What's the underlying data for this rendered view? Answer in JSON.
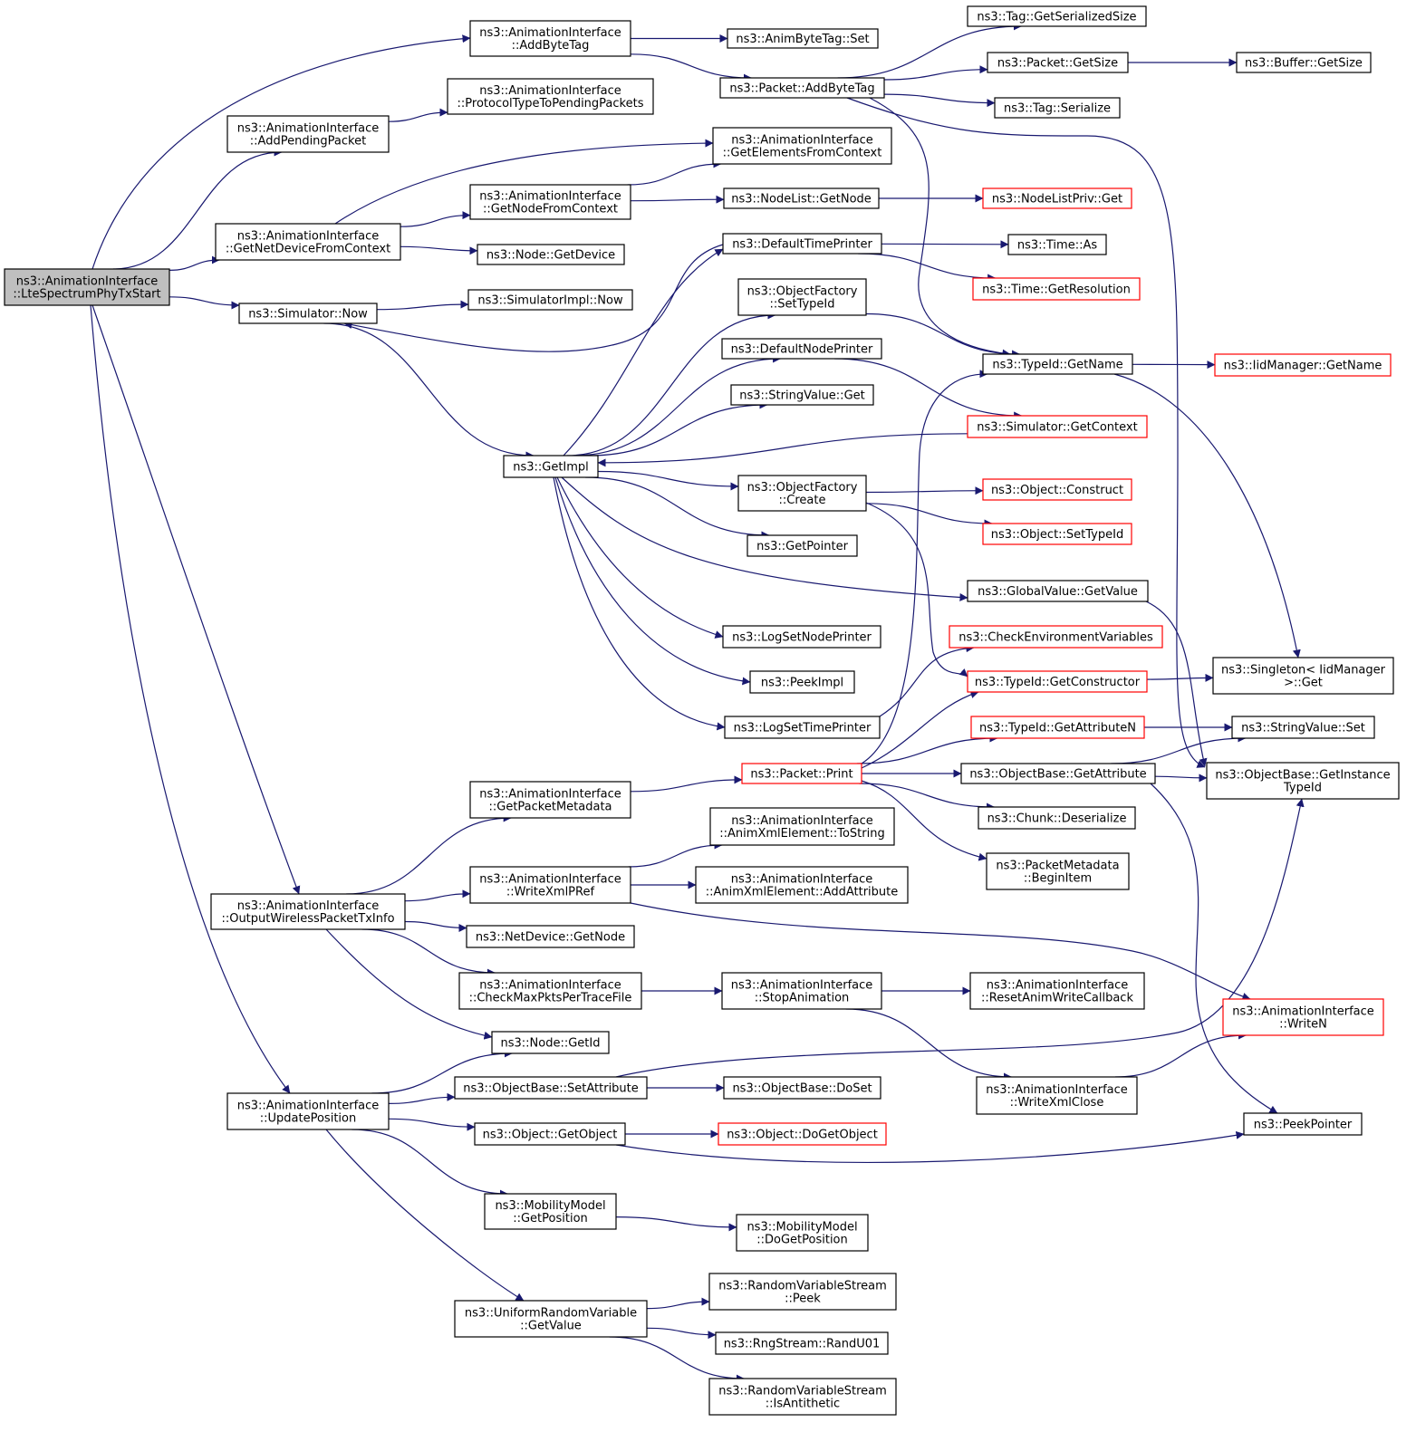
{
  "colors": {
    "edge": "#191970",
    "border": "#000000",
    "truncated_border": "#ff0000",
    "focus_fill": "#bfbfbf",
    "fill": "#ffffff"
  },
  "nodes": [
    {
      "id": "n0",
      "lines": [
        "ns3::AnimationInterface",
        "::LteSpectrumPhyTxStart"
      ],
      "focus": true
    },
    {
      "id": "n1",
      "lines": [
        "ns3::AnimationInterface",
        "::AddByteTag"
      ]
    },
    {
      "id": "n2",
      "lines": [
        "ns3::AnimByteTag::Set"
      ]
    },
    {
      "id": "n3",
      "lines": [
        "ns3::Packet::AddByteTag"
      ]
    },
    {
      "id": "n4",
      "lines": [
        "ns3::Tag::GetSerializedSize"
      ]
    },
    {
      "id": "n5",
      "lines": [
        "ns3::Packet::GetSize"
      ]
    },
    {
      "id": "n6",
      "lines": [
        "ns3::Buffer::GetSize"
      ]
    },
    {
      "id": "n7",
      "lines": [
        "ns3::Tag::Serialize"
      ]
    },
    {
      "id": "n8",
      "lines": [
        "ns3::AnimationInterface",
        "::ProtocolTypeToPendingPackets"
      ]
    },
    {
      "id": "n9",
      "lines": [
        "ns3::AnimationInterface",
        "::AddPendingPacket"
      ]
    },
    {
      "id": "n10",
      "lines": [
        "ns3::AnimationInterface",
        "::GetElementsFromContext"
      ]
    },
    {
      "id": "n11",
      "lines": [
        "ns3::AnimationInterface",
        "::GetNodeFromContext"
      ]
    },
    {
      "id": "n12",
      "lines": [
        "ns3::NodeList::GetNode"
      ]
    },
    {
      "id": "n13",
      "lines": [
        "ns3::NodeListPriv::Get"
      ],
      "truncated": true
    },
    {
      "id": "n14",
      "lines": [
        "ns3::AnimationInterface",
        "::GetNetDeviceFromContext"
      ]
    },
    {
      "id": "n15",
      "lines": [
        "ns3::Node::GetDevice"
      ]
    },
    {
      "id": "n16",
      "lines": [
        "ns3::DefaultTimePrinter"
      ]
    },
    {
      "id": "n17",
      "lines": [
        "ns3::Time::As"
      ]
    },
    {
      "id": "n18",
      "lines": [
        "ns3::Time::GetResolution"
      ],
      "truncated": true
    },
    {
      "id": "n19",
      "lines": [
        "ns3::Simulator::Now"
      ]
    },
    {
      "id": "n20",
      "lines": [
        "ns3::SimulatorImpl::Now"
      ]
    },
    {
      "id": "n21",
      "lines": [
        "ns3::ObjectFactory",
        "::SetTypeId"
      ]
    },
    {
      "id": "n22",
      "lines": [
        "ns3::TypeId::GetName"
      ]
    },
    {
      "id": "n23",
      "lines": [
        "ns3::IidManager::GetName"
      ],
      "truncated": true
    },
    {
      "id": "n24",
      "lines": [
        "ns3::DefaultNodePrinter"
      ]
    },
    {
      "id": "n25",
      "lines": [
        "ns3::StringValue::Get"
      ]
    },
    {
      "id": "n26",
      "lines": [
        "ns3::Simulator::GetContext"
      ],
      "truncated": true
    },
    {
      "id": "n27",
      "lines": [
        "ns3::GetImpl"
      ]
    },
    {
      "id": "n28",
      "lines": [
        "ns3::ObjectFactory",
        "::Create"
      ]
    },
    {
      "id": "n29",
      "lines": [
        "ns3::Object::Construct"
      ],
      "truncated": true
    },
    {
      "id": "n30",
      "lines": [
        "ns3::Object::SetTypeId"
      ],
      "truncated": true
    },
    {
      "id": "n31",
      "lines": [
        "ns3::GetPointer"
      ]
    },
    {
      "id": "n32",
      "lines": [
        "ns3::GlobalValue::GetValue"
      ]
    },
    {
      "id": "n33",
      "lines": [
        "ns3::LogSetNodePrinter"
      ]
    },
    {
      "id": "n34",
      "lines": [
        "ns3::CheckEnvironmentVariables"
      ],
      "truncated": true
    },
    {
      "id": "n35",
      "lines": [
        "ns3::PeekImpl"
      ]
    },
    {
      "id": "n36",
      "lines": [
        "ns3::TypeId::GetConstructor"
      ],
      "truncated": true
    },
    {
      "id": "n37",
      "lines": [
        "ns3::Singleton< IidManager",
        " >::Get"
      ]
    },
    {
      "id": "n38",
      "lines": [
        "ns3::LogSetTimePrinter"
      ]
    },
    {
      "id": "n39",
      "lines": [
        "ns3::TypeId::GetAttributeN"
      ],
      "truncated": true
    },
    {
      "id": "n40",
      "lines": [
        "ns3::StringValue::Set"
      ]
    },
    {
      "id": "n41",
      "lines": [
        "ns3::Packet::Print"
      ],
      "truncated": true
    },
    {
      "id": "n42",
      "lines": [
        "ns3::ObjectBase::GetAttribute"
      ]
    },
    {
      "id": "n43",
      "lines": [
        "ns3::ObjectBase::GetInstance",
        "TypeId"
      ]
    },
    {
      "id": "n44",
      "lines": [
        "ns3::AnimationInterface",
        "::GetPacketMetadata"
      ]
    },
    {
      "id": "n45",
      "lines": [
        "ns3::Chunk::Deserialize"
      ]
    },
    {
      "id": "n46",
      "lines": [
        "ns3::AnimationInterface",
        "::AnimXmlElement::ToString"
      ]
    },
    {
      "id": "n47",
      "lines": [
        "ns3::PacketMetadata",
        "::BeginItem"
      ]
    },
    {
      "id": "n48",
      "lines": [
        "ns3::AnimationInterface",
        "::WriteXmlPRef"
      ]
    },
    {
      "id": "n49",
      "lines": [
        "ns3::AnimationInterface",
        "::AnimXmlElement::AddAttribute"
      ]
    },
    {
      "id": "n50",
      "lines": [
        "ns3::AnimationInterface",
        "::OutputWirelessPacketTxInfo"
      ]
    },
    {
      "id": "n51",
      "lines": [
        "ns3::NetDevice::GetNode"
      ]
    },
    {
      "id": "n52",
      "lines": [
        "ns3::AnimationInterface",
        "::CheckMaxPktsPerTraceFile"
      ]
    },
    {
      "id": "n53",
      "lines": [
        "ns3::AnimationInterface",
        "::StopAnimation"
      ]
    },
    {
      "id": "n54",
      "lines": [
        "ns3::AnimationInterface",
        "::ResetAnimWriteCallback"
      ]
    },
    {
      "id": "n55",
      "lines": [
        "ns3::AnimationInterface",
        "::WriteN"
      ],
      "truncated": true
    },
    {
      "id": "n56",
      "lines": [
        "ns3::Node::GetId"
      ]
    },
    {
      "id": "n57",
      "lines": [
        "ns3::ObjectBase::SetAttribute"
      ]
    },
    {
      "id": "n58",
      "lines": [
        "ns3::ObjectBase::DoSet"
      ]
    },
    {
      "id": "n59",
      "lines": [
        "ns3::AnimationInterface",
        "::WriteXmlClose"
      ]
    },
    {
      "id": "n60",
      "lines": [
        "ns3::AnimationInterface",
        "::UpdatePosition"
      ]
    },
    {
      "id": "n61",
      "lines": [
        "ns3::Object::GetObject"
      ]
    },
    {
      "id": "n62",
      "lines": [
        "ns3::Object::DoGetObject"
      ],
      "truncated": true
    },
    {
      "id": "n63",
      "lines": [
        "ns3::PeekPointer"
      ]
    },
    {
      "id": "n64",
      "lines": [
        "ns3::MobilityModel",
        "::GetPosition"
      ]
    },
    {
      "id": "n65",
      "lines": [
        "ns3::MobilityModel",
        "::DoGetPosition"
      ]
    },
    {
      "id": "n66",
      "lines": [
        "ns3::UniformRandomVariable",
        "::GetValue"
      ]
    },
    {
      "id": "n67",
      "lines": [
        "ns3::RandomVariableStream",
        "::Peek"
      ]
    },
    {
      "id": "n68",
      "lines": [
        "ns3::RngStream::RandU01"
      ]
    },
    {
      "id": "n69",
      "lines": [
        "ns3::RandomVariableStream",
        "::IsAntithetic"
      ]
    }
  ],
  "edges": [
    [
      "n0",
      "n1"
    ],
    [
      "n0",
      "n9"
    ],
    [
      "n0",
      "n14"
    ],
    [
      "n0",
      "n19"
    ],
    [
      "n0",
      "n50"
    ],
    [
      "n0",
      "n60"
    ],
    [
      "n1",
      "n2"
    ],
    [
      "n1",
      "n3"
    ],
    [
      "n3",
      "n4"
    ],
    [
      "n3",
      "n5"
    ],
    [
      "n3",
      "n7"
    ],
    [
      "n3",
      "n22"
    ],
    [
      "n3",
      "n43"
    ],
    [
      "n5",
      "n6"
    ],
    [
      "n9",
      "n8"
    ],
    [
      "n14",
      "n10"
    ],
    [
      "n14",
      "n11"
    ],
    [
      "n14",
      "n15"
    ],
    [
      "n11",
      "n10"
    ],
    [
      "n11",
      "n12"
    ],
    [
      "n12",
      "n13"
    ],
    [
      "n16",
      "n17"
    ],
    [
      "n16",
      "n18"
    ],
    [
      "n16",
      "n19"
    ],
    [
      "n19",
      "n20"
    ],
    [
      "n19",
      "n27"
    ],
    [
      "n21",
      "n22"
    ],
    [
      "n22",
      "n23"
    ],
    [
      "n22",
      "n37"
    ],
    [
      "n24",
      "n26"
    ],
    [
      "n26",
      "n27"
    ],
    [
      "n27",
      "n16"
    ],
    [
      "n27",
      "n21"
    ],
    [
      "n27",
      "n24"
    ],
    [
      "n27",
      "n25"
    ],
    [
      "n27",
      "n28"
    ],
    [
      "n27",
      "n31"
    ],
    [
      "n27",
      "n32"
    ],
    [
      "n27",
      "n33"
    ],
    [
      "n27",
      "n35"
    ],
    [
      "n27",
      "n38"
    ],
    [
      "n28",
      "n29"
    ],
    [
      "n28",
      "n30"
    ],
    [
      "n28",
      "n36"
    ],
    [
      "n32",
      "n43"
    ],
    [
      "n36",
      "n37"
    ],
    [
      "n38",
      "n34"
    ],
    [
      "n39",
      "n40"
    ],
    [
      "n41",
      "n22"
    ],
    [
      "n41",
      "n36"
    ],
    [
      "n41",
      "n39"
    ],
    [
      "n41",
      "n42"
    ],
    [
      "n41",
      "n45"
    ],
    [
      "n41",
      "n47"
    ],
    [
      "n42",
      "n40"
    ],
    [
      "n42",
      "n43"
    ],
    [
      "n42",
      "n63"
    ],
    [
      "n44",
      "n41"
    ],
    [
      "n48",
      "n46"
    ],
    [
      "n48",
      "n49"
    ],
    [
      "n48",
      "n55"
    ],
    [
      "n50",
      "n44"
    ],
    [
      "n50",
      "n48"
    ],
    [
      "n50",
      "n51"
    ],
    [
      "n50",
      "n52"
    ],
    [
      "n50",
      "n56"
    ],
    [
      "n52",
      "n53"
    ],
    [
      "n53",
      "n54"
    ],
    [
      "n53",
      "n59"
    ],
    [
      "n59",
      "n55"
    ],
    [
      "n60",
      "n56"
    ],
    [
      "n60",
      "n57"
    ],
    [
      "n60",
      "n61"
    ],
    [
      "n60",
      "n64"
    ],
    [
      "n60",
      "n66"
    ],
    [
      "n57",
      "n58"
    ],
    [
      "n57",
      "n43"
    ],
    [
      "n61",
      "n62"
    ],
    [
      "n61",
      "n63"
    ],
    [
      "n64",
      "n65"
    ],
    [
      "n66",
      "n67"
    ],
    [
      "n66",
      "n68"
    ],
    [
      "n66",
      "n69"
    ]
  ]
}
